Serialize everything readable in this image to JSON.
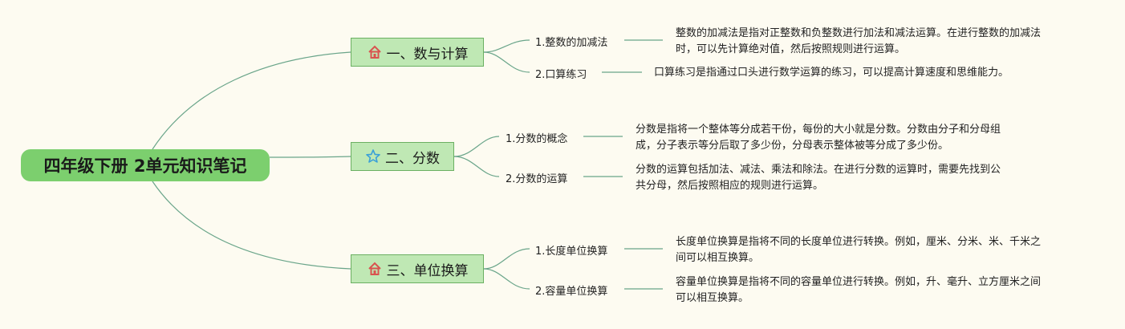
{
  "root": {
    "title": "四年级下册 2单元知识笔记"
  },
  "branches": [
    {
      "label": "一、数与计算",
      "icon": "house-icon",
      "topics": [
        {
          "label": "1.整数的加减法",
          "desc": [
            "整数的加减法是指对正整数和负整数进行加法和减法运算。在进行整数的加减法",
            "时，可以先计算绝对值，然后按照规则进行运算。"
          ]
        },
        {
          "label": "2.口算练习",
          "desc": [
            "口算练习是指通过口头进行数学运算的练习，可以提高计算速度和思维能力。"
          ]
        }
      ]
    },
    {
      "label": "二、分数",
      "icon": "star-icon",
      "topics": [
        {
          "label": "1.分数的概念",
          "desc": [
            "分数是指将一个整体等分成若干份，每份的大小就是分数。分数由分子和分母组",
            "成，分子表示等分后取了多少份，分母表示整体被等分成了多少份。"
          ]
        },
        {
          "label": "2.分数的运算",
          "desc": [
            "分数的运算包括加法、减法、乘法和除法。在进行分数的运算时，需要先找到公",
            "共分母，然后按照相应的规则进行运算。"
          ]
        }
      ]
    },
    {
      "label": "三、单位换算",
      "icon": "house-icon",
      "topics": [
        {
          "label": "1.长度单位换算",
          "desc": [
            "长度单位换算是指将不同的长度单位进行转换。例如，厘米、分米、米、千米之",
            "间可以相互换算。"
          ]
        },
        {
          "label": "2.容量单位换算",
          "desc": [
            "容量单位换算是指将不同的容量单位进行转换。例如，升、毫升、立方厘米之间",
            "可以相互换算。"
          ]
        }
      ]
    }
  ],
  "colors": {
    "background": "#fdfbf1",
    "root_fill": "#7ccf6e",
    "branch_fill": "#bfe8b4",
    "branch_border": "#6bb062",
    "connector": "#5b9a7a",
    "house_icon": "#d9534f",
    "star_icon": "#3aa0d8"
  }
}
